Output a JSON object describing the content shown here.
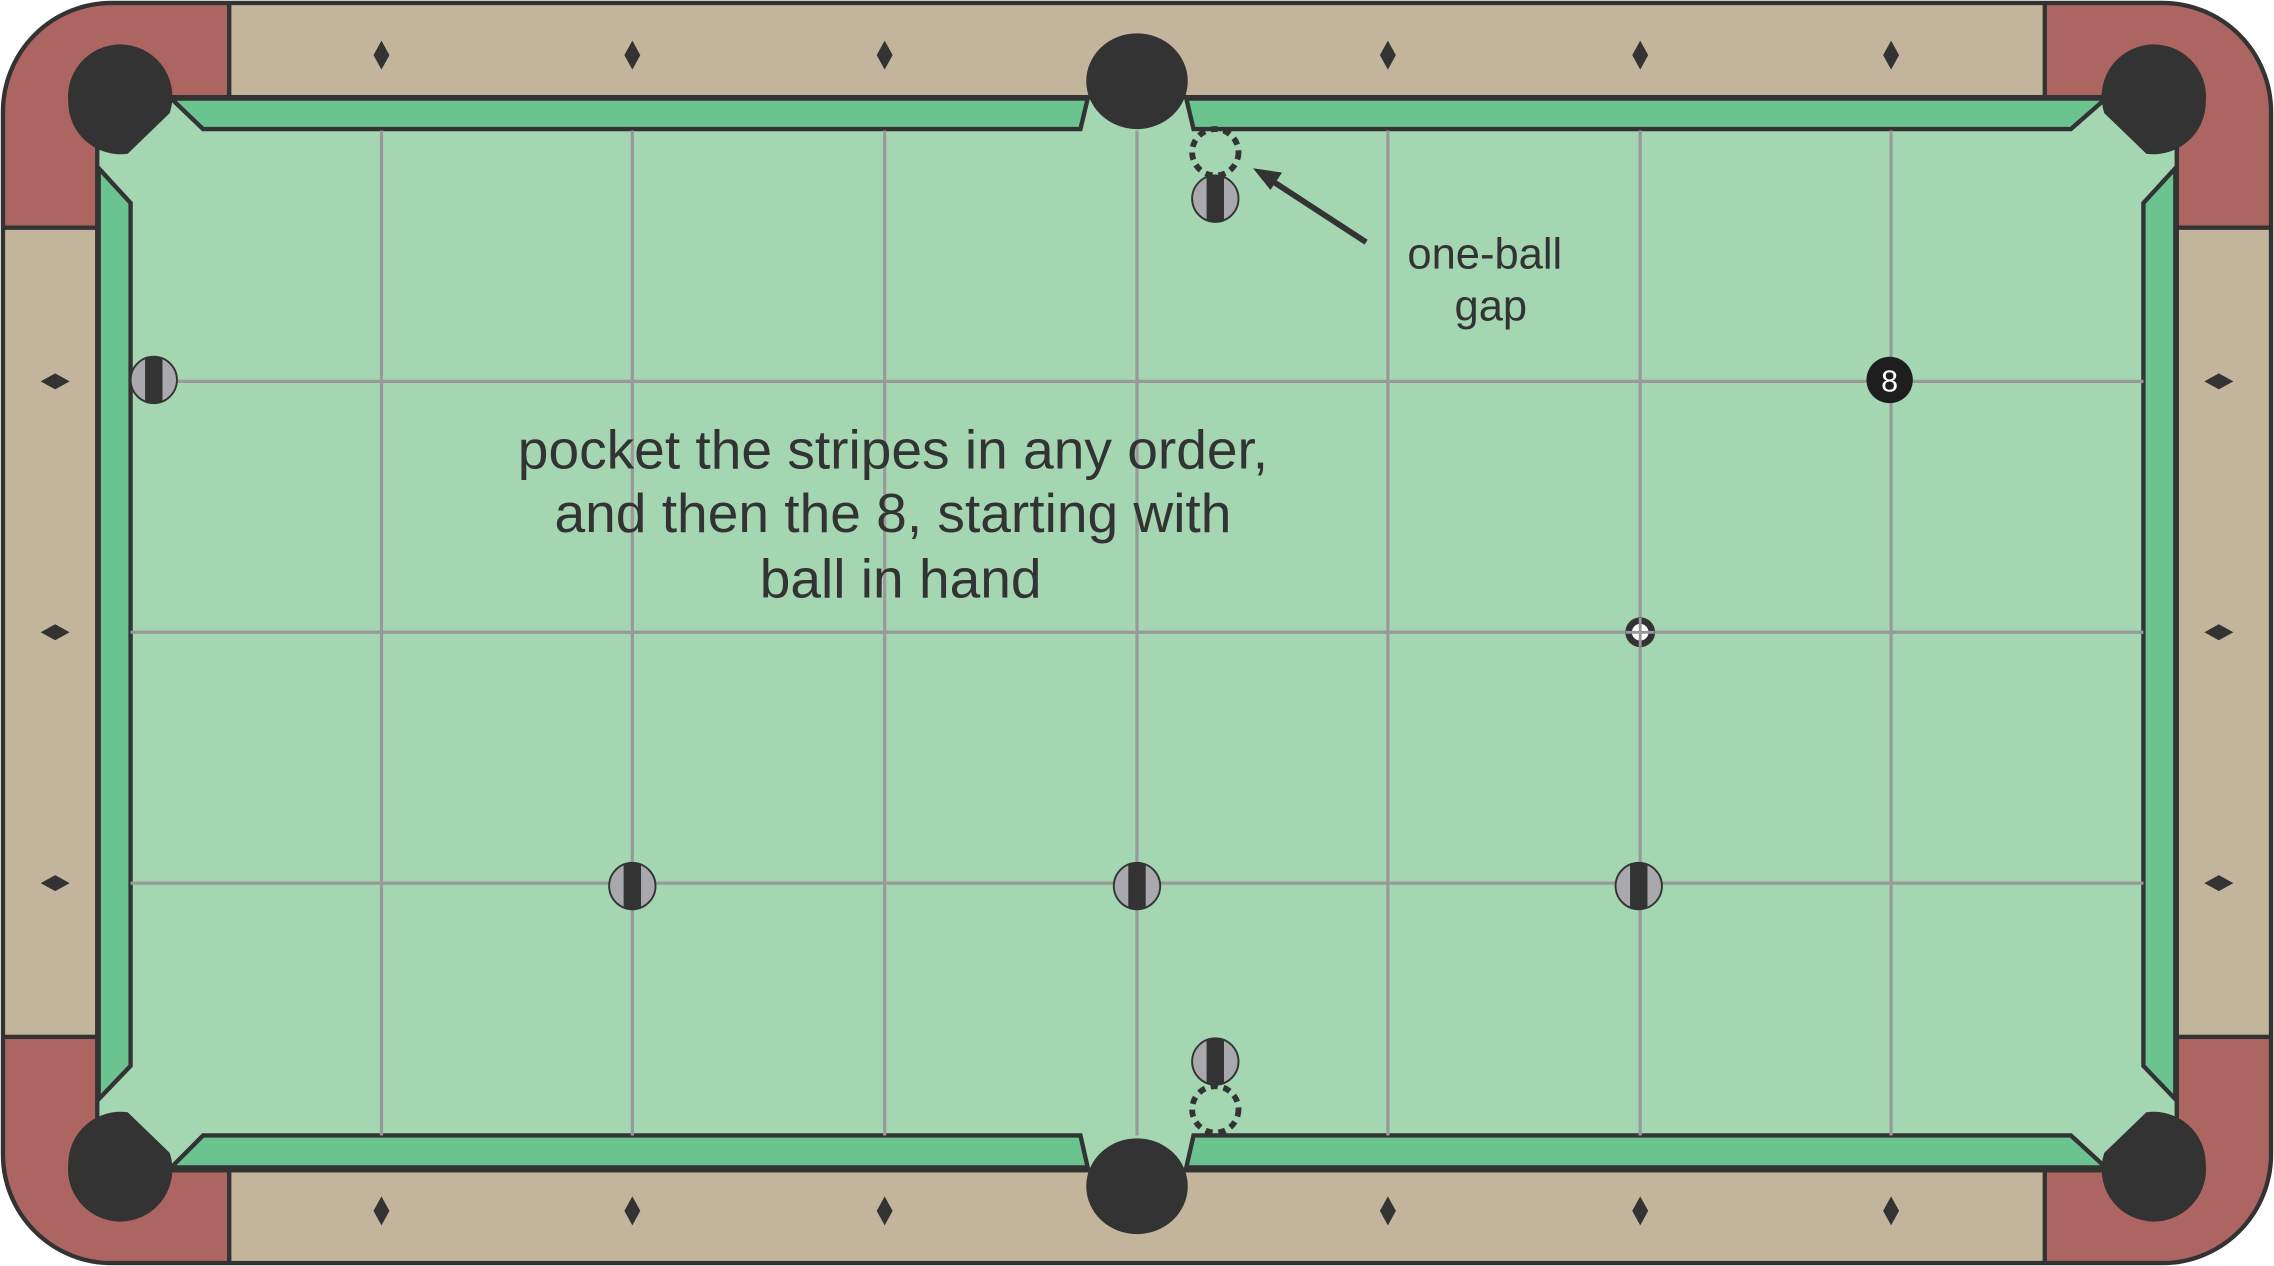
{
  "diagram": {
    "instruction_lines": [
      "pocket the stripes in any order,",
      "and then the 8, starting with",
      "ball in hand"
    ],
    "annotation_lines": [
      "one-ball",
      "gap"
    ],
    "eight_ball_label": "8"
  },
  "colors": {
    "rail": "#c2b59b",
    "corner_rail": "#ad6561",
    "cushion": "#6bc490",
    "cloth": "#a3d6b1",
    "grid": "#999999",
    "outline": "#333333",
    "stripe_ball": "#a9a9ad"
  },
  "icons": {
    "pocket": "pocket-icon",
    "diamond": "diamond-marker-icon",
    "stripe_ball": "striped-ball-icon",
    "ghost_ball": "dashed-ghost-ball-icon",
    "cue_ball": "cue-ball-icon",
    "arrow": "arrow-icon"
  }
}
